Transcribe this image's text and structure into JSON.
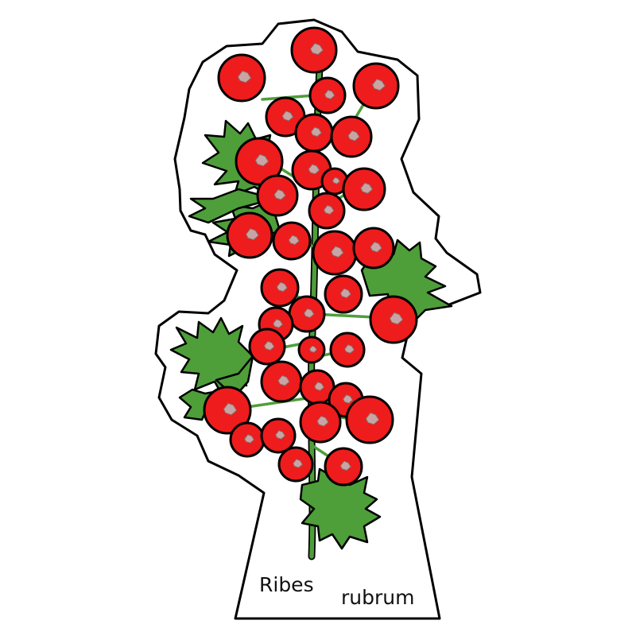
{
  "caption": {
    "genus": "Ribes",
    "species": "rubrum"
  },
  "colors": {
    "outline": "#000000",
    "background": "#ffffff",
    "berry": "#ee1c1c",
    "berry_highlight": "#c9a4a4",
    "leaf": "#4e9e3a",
    "stem": "#4e9e3a"
  },
  "icons": [
    "red-currant-berry-cluster",
    "currant-leaf",
    "stem"
  ]
}
